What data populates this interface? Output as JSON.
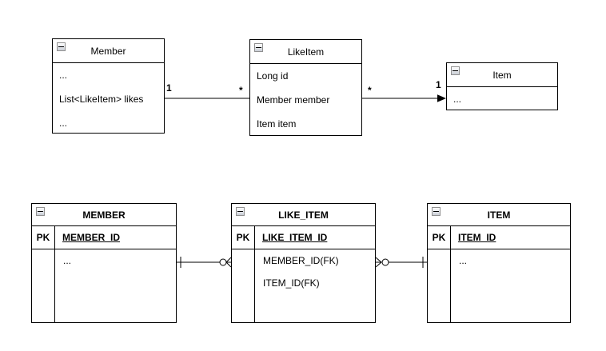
{
  "uml": {
    "member": {
      "title": "Member",
      "rows": [
        "...",
        "List<LikeItem> likes",
        "..."
      ]
    },
    "like_item": {
      "title": "LikeItem",
      "rows": [
        "Long id",
        "Member member",
        "Item item"
      ]
    },
    "item": {
      "title": "Item",
      "rows": [
        "..."
      ]
    },
    "labels": {
      "member_side": "1",
      "likeitem_left_side": "*",
      "likeitem_right_side": "*",
      "item_side": "1"
    }
  },
  "erd": {
    "member": {
      "title": "MEMBER",
      "pk_label": "PK",
      "pk_field": "MEMBER_ID",
      "rows": [
        "..."
      ]
    },
    "like_item": {
      "title": "LIKE_ITEM",
      "pk_label": "PK",
      "pk_field": "LIKE_ITEM_ID",
      "rows": [
        "MEMBER_ID(FK)",
        "ITEM_ID(FK)"
      ]
    },
    "item": {
      "title": "ITEM",
      "pk_label": "PK",
      "pk_field": "ITEM_ID",
      "rows": [
        "..."
      ]
    }
  },
  "colors": {
    "line": "#000000",
    "background": "#ffffff",
    "collapse_icon_border": "#909090"
  },
  "icons": {
    "collapse": "minus-square-icon"
  }
}
